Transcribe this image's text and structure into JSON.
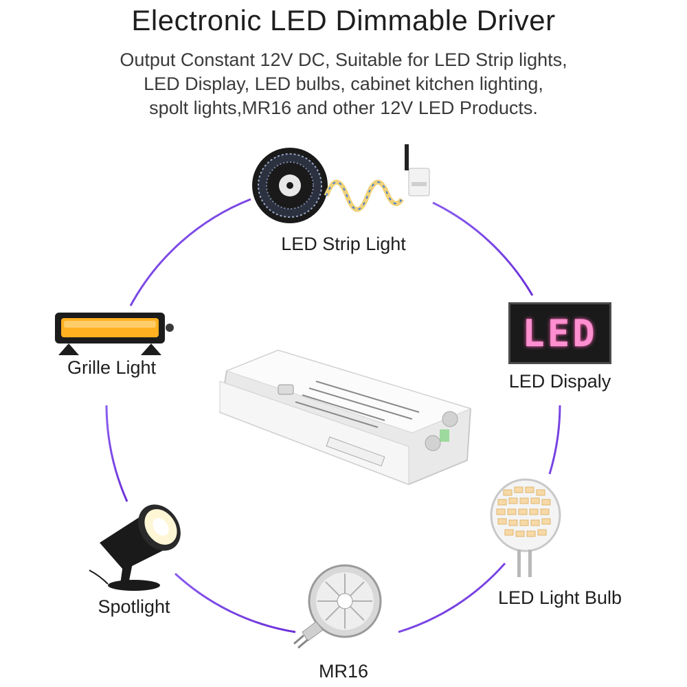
{
  "header": {
    "title": "Electronic LED Dimmable Driver",
    "subtitle_lines": [
      "Output Constant 12V DC, Suitable for LED Strip lights,",
      "LED Display, LED bulbs, cabinet kitchen lighting,",
      "spolt lights,MR16 and other 12V LED Products."
    ]
  },
  "applications": {
    "strip": "LED Strip Light",
    "display": "LED Dispaly",
    "bulb": "LED Light Bulb",
    "mr16": "MR16",
    "spotlight": "Spotlight",
    "grille": "Grille Light"
  },
  "display_sign_text": "LED",
  "colors": {
    "ring": "#7b3fe4",
    "display_text": "#ff8fd0",
    "grille_glow": "#ffb020"
  }
}
